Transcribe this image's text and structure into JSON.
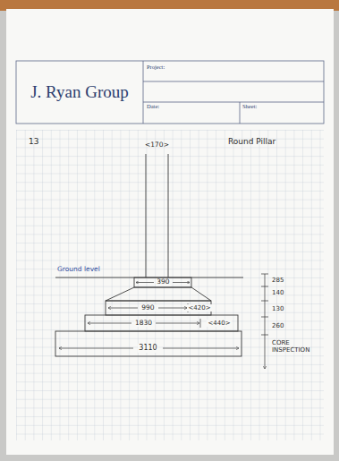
{
  "diagram": {
    "labels": [
      "J. Ryan Group",
      "Project:",
      "Date:",
      "Sheet:",
      "13",
      "Round Pillar",
      "<170>",
      "Ground level",
      "390",
      "990",
      "<420>",
      "1830",
      "<440>",
      "3110",
      "285",
      "140",
      "130",
      "260",
      "CORE INSPECTION"
    ]
  }
}
